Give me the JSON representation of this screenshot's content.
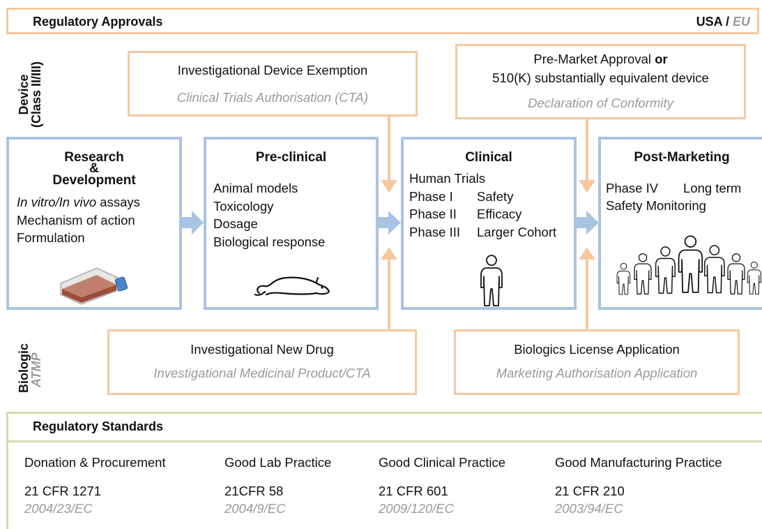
{
  "header": {
    "title": "Regulatory Approvals",
    "usa": "USA",
    "slash": " / ",
    "eu": "EU"
  },
  "side_labels": {
    "device": "Device",
    "device_class": "(Class II/III)",
    "biologic": "Biologic",
    "atmp": "ATMP"
  },
  "device_boxes": {
    "ide": {
      "usa": "Investigational Device Exemption",
      "eu": "Clinical Trials Authorisation (CTA)"
    },
    "pma": {
      "usa_prefix": "Pre-Market Approval ",
      "usa_or": "or",
      "usa_line2": "510(K) substantially equivalent device",
      "eu": "Declaration of Conformity"
    }
  },
  "stages": {
    "rnd": {
      "title_1": "Research",
      "title_amp": "&",
      "title_2": "Development",
      "assay_italic": "In vitro/In vivo",
      "assay_rest": " assays",
      "mechanism": "Mechanism of action",
      "formulation": "Formulation"
    },
    "preclinical": {
      "title": "Pre-clinical",
      "items": [
        "Animal models",
        "Toxicology",
        "Dosage",
        "Biological response"
      ]
    },
    "clinical": {
      "title": "Clinical",
      "human_trials": "Human Trials",
      "phases": [
        {
          "phase": "Phase I",
          "desc": "Safety"
        },
        {
          "phase": "Phase II",
          "desc": "Efficacy"
        },
        {
          "phase": "Phase III",
          "desc": "Larger Cohort"
        }
      ]
    },
    "postmarketing": {
      "title": "Post-Marketing",
      "phase": "Phase IV",
      "desc": "Long term",
      "desc2": "Safety Monitoring"
    }
  },
  "biologic_boxes": {
    "ind": {
      "usa": "Investigational New Drug",
      "eu": "Investigational Medicinal Product/CTA"
    },
    "bla": {
      "usa": "Biologics License Application",
      "eu": "Marketing Authorisation Application"
    }
  },
  "standards": {
    "title": "Regulatory Standards",
    "columns": [
      {
        "name": "Donation & Procurement",
        "usa": "21 CFR 1271",
        "eu": "2004/23/EC"
      },
      {
        "name": "Good Lab Practice",
        "usa": "21CFR 58",
        "eu": "2004/9/EC"
      },
      {
        "name": "Good Clinical Practice",
        "usa": "21 CFR 601",
        "eu": "2009/120/EC"
      },
      {
        "name": "Good Manufacturing Practice",
        "usa": "21 CFR 210",
        "eu": "2003/94/EC"
      }
    ]
  },
  "colors": {
    "orange_border": "#f6c8a0",
    "blue_border": "#a9c3e3",
    "green_border": "#cfddb0",
    "arrow_blue": "#a9c3e3",
    "arrow_orange": "#f6c8a0",
    "eu_grey": "#9a9a9a"
  },
  "icons": [
    "cell-culture-flask-icon",
    "mouse-icon",
    "human-figure-icon",
    "population-icon"
  ]
}
